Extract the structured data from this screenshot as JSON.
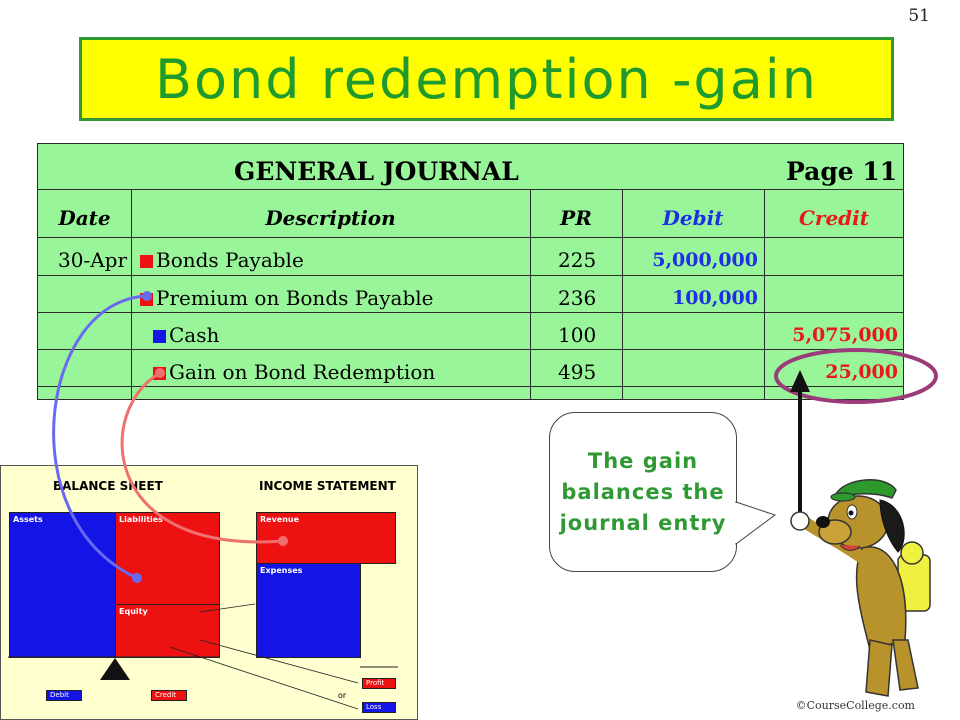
{
  "slide_number": "51",
  "title": "Bond redemption -gain",
  "journal": {
    "heading": "GENERAL JOURNAL",
    "page": "Page 11",
    "columns": {
      "date": "Date",
      "description": "Description",
      "pr": "PR",
      "debit": "Debit",
      "credit": "Credit"
    },
    "rows": [
      {
        "date": "30-Apr",
        "description": "Bonds Payable",
        "pr": "225",
        "debit": "5,000,000",
        "credit": ""
      },
      {
        "date": "",
        "description": "Premium on Bonds Payable",
        "pr": "236",
        "debit": "100,000",
        "credit": ""
      },
      {
        "date": "",
        "description": "Cash",
        "pr": "100",
        "debit": "",
        "credit": "5,075,000"
      },
      {
        "date": "",
        "description": "Gain on Bond Redemption",
        "pr": "495",
        "debit": "",
        "credit": "25,000"
      }
    ]
  },
  "callout": {
    "text": "The gain balances the journal entry"
  },
  "diagram": {
    "balance_sheet": "BALANCE SHEET",
    "income_statement": "INCOME STATEMENT",
    "assets": "Assets",
    "liabilities": "Liabilities",
    "equity": "Equity",
    "revenue": "Revenue",
    "expenses": "Expenses",
    "debit": "Debit",
    "credit": "Credit",
    "profit": "Profit",
    "loss": "Loss",
    "or": "or"
  },
  "copyright": "©CourseCollege.com",
  "colors": {
    "title_bg": "#ffff00",
    "title_text": "#1f9a2e",
    "journal_bg": "#99f599",
    "debit_color": "#1f2fe6",
    "credit_color": "#e61a1a",
    "circle": "#9c3b7a",
    "blue_block": "#1414e6",
    "red_block": "#ee1111"
  }
}
